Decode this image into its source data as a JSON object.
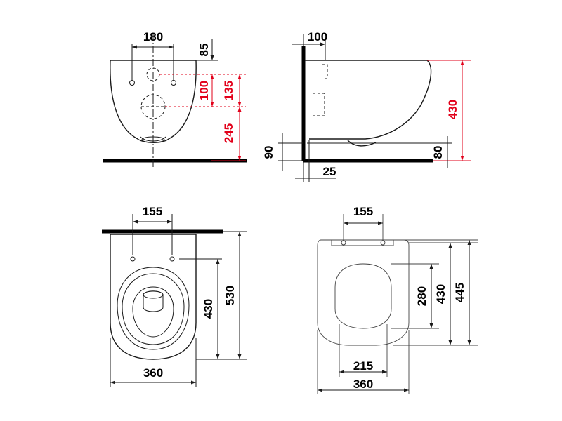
{
  "colors": {
    "line": "#1a1a1a",
    "highlight_dimension": "#e2001a",
    "background": "#ffffff"
  },
  "front_view": {
    "dim_bolt_spacing": "180",
    "dim_top_offset": "85",
    "dim_inlet": "100",
    "dim_outlet": "135",
    "dim_height": "245"
  },
  "side_view": {
    "dim_wall_offset": "100",
    "dim_depth": "430",
    "dim_floor_left": "90",
    "dim_floor_right": "80",
    "dim_wall_gap": "25"
  },
  "top_view": {
    "dim_bolt_spacing": "155",
    "dim_bowl_length": "430",
    "dim_total_length": "530",
    "dim_width": "360"
  },
  "seat_view": {
    "dim_hinge_spacing": "155",
    "dim_opening": "280",
    "dim_seat_length": "430",
    "dim_total_length": "445",
    "dim_inner_width": "215",
    "dim_width": "360"
  }
}
